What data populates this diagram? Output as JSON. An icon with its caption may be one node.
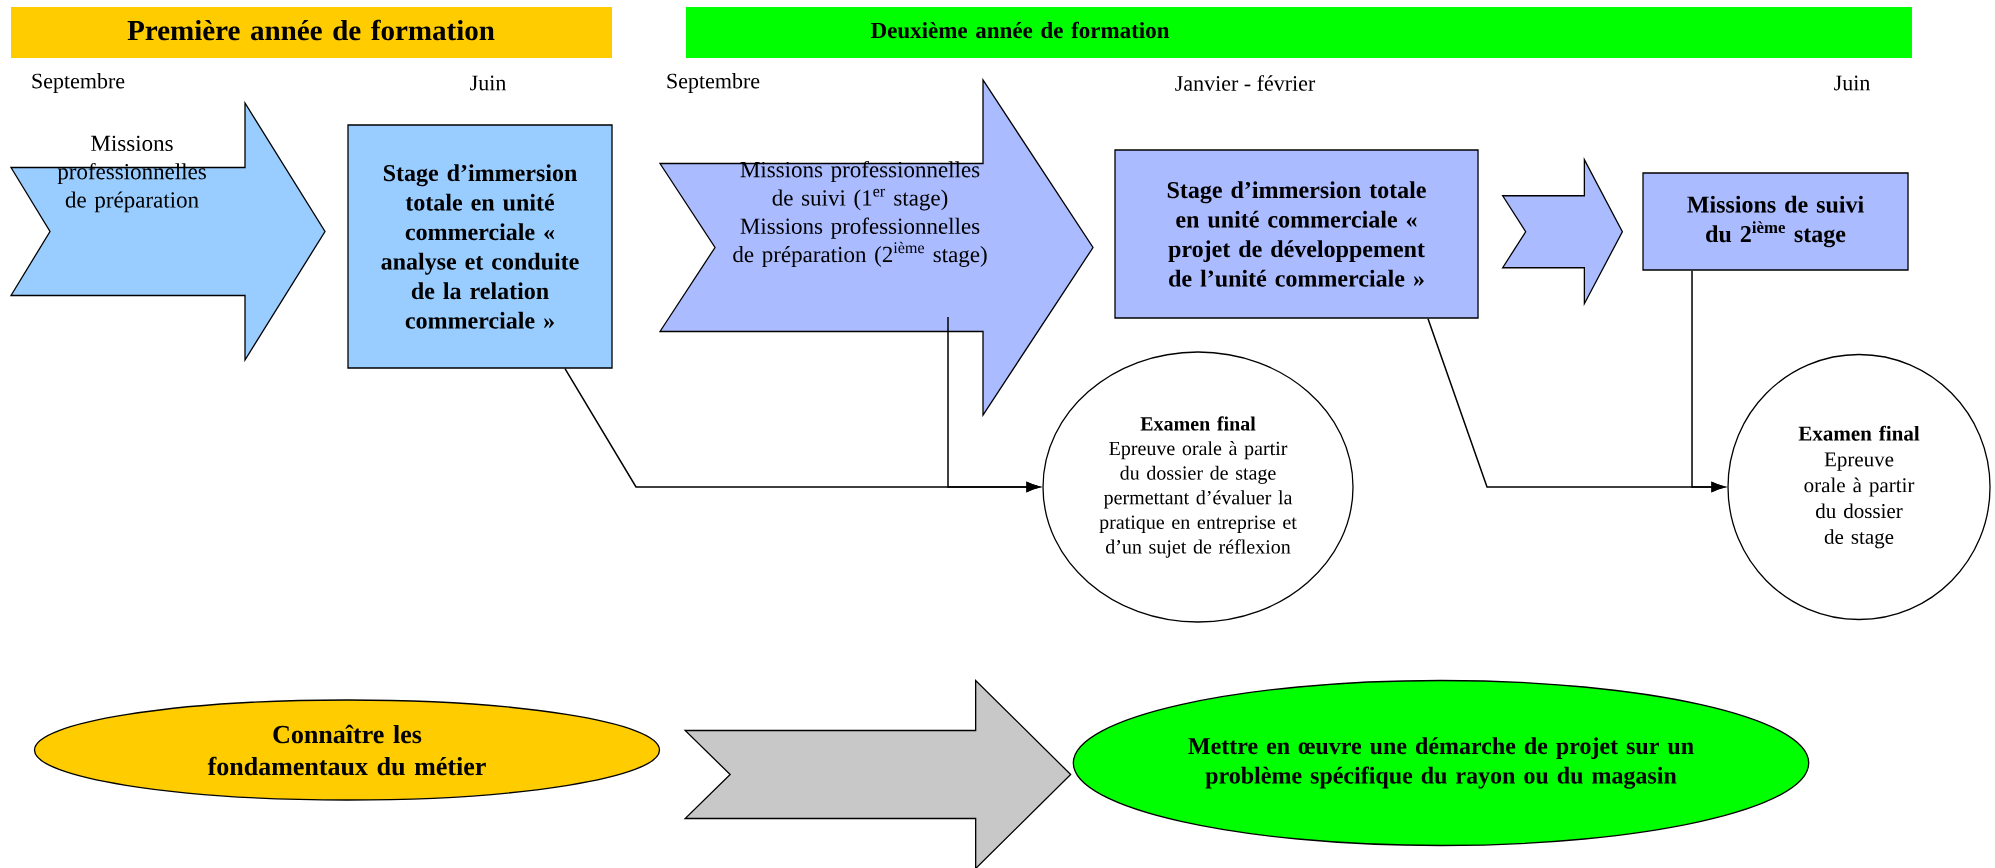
{
  "diagram": {
    "nodes": [
      {
        "text": [
          "Première année de formation"
        ]
      },
      {
        "text": [
          "Deuxième année de formation"
        ]
      },
      {
        "text": [
          "Missions professionnelles de préparation"
        ]
      },
      {
        "text": [
          "Stage d’immersion totale en unité commerciale « analyse et conduite de la relation commerciale »"
        ]
      },
      {
        "text": [
          "Missions professionnelles de suivi (1$^{er}$ stage)",
          "Missions professionnelles de préparation (2$^{ième}$ stage)"
        ]
      },
      {
        "text": [
          "Stage d’immersion totale en unité commerciale « projet de développement de l’unité commerciale »"
        ]
      },
      {
        "text": [
          "Missions de suivi du 2$^{ième}$ stage"
        ]
      },
      {
        "text": [
          "Examen final",
          "Epreuve orale à partir du dossier de stage permettant d’évaluer la pratique en entreprise et d’un sujet de réflexion"
        ]
      },
      {
        "text": [
          "Examen final",
          "Epreuve orale à partir du dossier de stage"
        ]
      },
      {
        "text": [
          "Connaître les fondamentaux du métier"
        ]
      },
      {
        "text": [
          "Mettre en œuvre une démarche de projet sur un problème spécifique du rayon ou du magasin"
        ]
      }
    ],
    "edges": [
      {
        "from": 3,
        "to": 7,
        "arrow": "to"
      },
      {
        "from": 4,
        "to": 7,
        "arrow": "to"
      },
      {
        "from": 5,
        "to": 8,
        "arrow": "to"
      },
      {
        "from": 6,
        "to": 8,
        "arrow": "to"
      },
      {
        "from": 5,
        "to": 6,
        "arrow": "to"
      },
      {
        "from": 9,
        "to": 10,
        "arrow": "to"
      }
    ],
    "labels": [
      "Septembre",
      "Juin",
      "Septembre",
      "Janvier - février",
      "Juin"
    ]
  }
}
